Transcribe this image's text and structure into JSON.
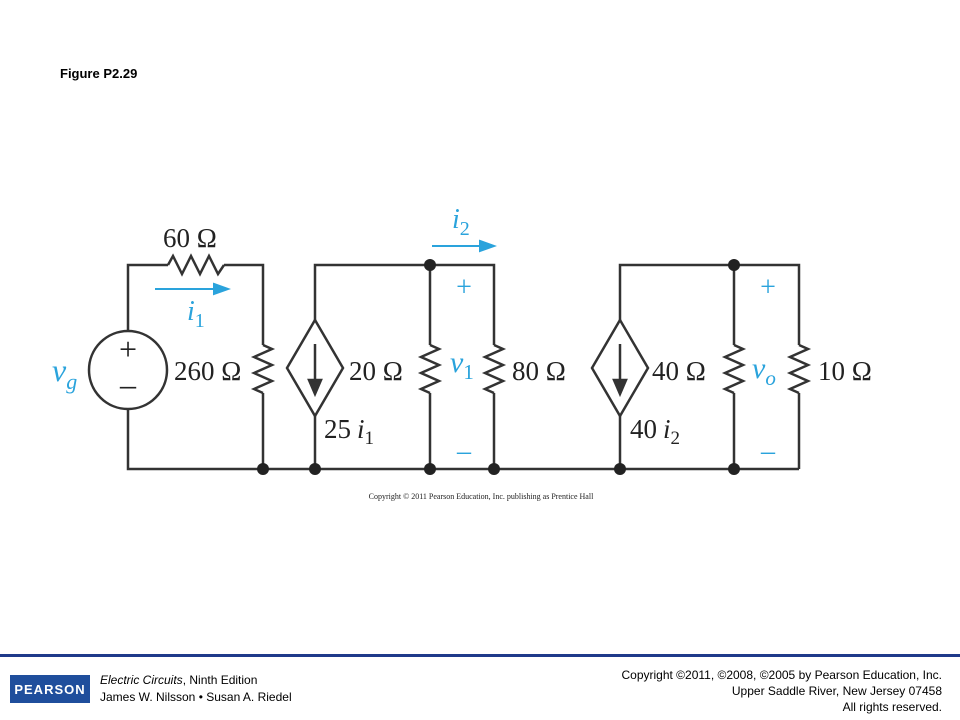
{
  "figure": {
    "title": "Figure P2.29",
    "copyright_notice": "Copyright © 2011 Pearson Education, Inc. publishing as Prentice Hall"
  },
  "circuit": {
    "source": {
      "symbol": "v",
      "subscript": "g",
      "plus": "+",
      "minus": "–"
    },
    "resistors": {
      "r60": "60 Ω",
      "r260": "260 Ω",
      "r20": "20 Ω",
      "r80": "80 Ω",
      "r40": "40 Ω",
      "r10": "10 Ω"
    },
    "dependent_sources": {
      "src1": {
        "coefficient": "25",
        "symbol": "i",
        "subscript": "1"
      },
      "src2": {
        "coefficient": "40",
        "symbol": "i",
        "subscript": "2"
      }
    },
    "currents": {
      "i1": {
        "symbol": "i",
        "subscript": "1"
      },
      "i2": {
        "symbol": "i",
        "subscript": "2"
      }
    },
    "voltages": {
      "v1": {
        "symbol": "v",
        "subscript": "1",
        "plus": "+",
        "minus": "–"
      },
      "vo": {
        "symbol": "v",
        "subscript": "o",
        "plus": "+",
        "minus": "–"
      }
    },
    "colors": {
      "wire": "#333333",
      "annotation": "#2aa3dc"
    }
  },
  "footer": {
    "logo": "PEARSON",
    "book_title": "Electric Circuits",
    "edition": ", Ninth Edition",
    "authors": "James W. Nilsson • Susan A. Riedel",
    "copyright_lines": [
      "Copyright ©2011, ©2008, ©2005 by Pearson Education, Inc.",
      "Upper Saddle River, New Jersey 07458",
      "All rights reserved."
    ]
  }
}
